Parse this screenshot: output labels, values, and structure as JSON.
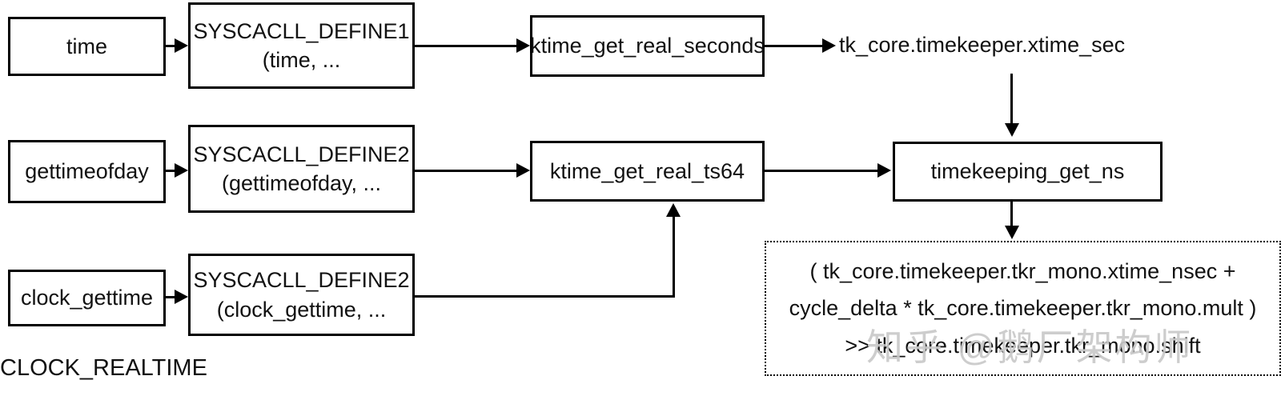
{
  "diagram": {
    "title_note": "",
    "clock_label": "CLOCK_REALTIME",
    "watermark": "知乎 @鹅厂架构师",
    "row1": {
      "syscall": "time",
      "define": "SYSCACLL_DEFINE1",
      "define_args": "(time, ...",
      "func": "ktime_get_real_seconds",
      "result": "tk_core.timekeeper.xtime_sec"
    },
    "row2": {
      "syscall": "gettimeofday",
      "define": "SYSCACLL_DEFINE2",
      "define_args": "(gettimeofday, ...",
      "func": "ktime_get_real_ts64",
      "next": "timekeeping_get_ns"
    },
    "row3": {
      "syscall": "clock_gettime",
      "define": "SYSCACLL_DEFINE2",
      "define_args": "(clock_gettime, ..."
    },
    "formula": {
      "line1": "( tk_core.timekeeper.tkr_mono.xtime_nsec +",
      "line2": "cycle_delta * tk_core.timekeeper.tkr_mono.mult )",
      "line3": ">> tk_core.timekeeper.tkr_mono.shift"
    },
    "colors": {
      "line": "#000000",
      "background": "#ffffff",
      "watermark_gray": "#c9c9c9"
    }
  }
}
